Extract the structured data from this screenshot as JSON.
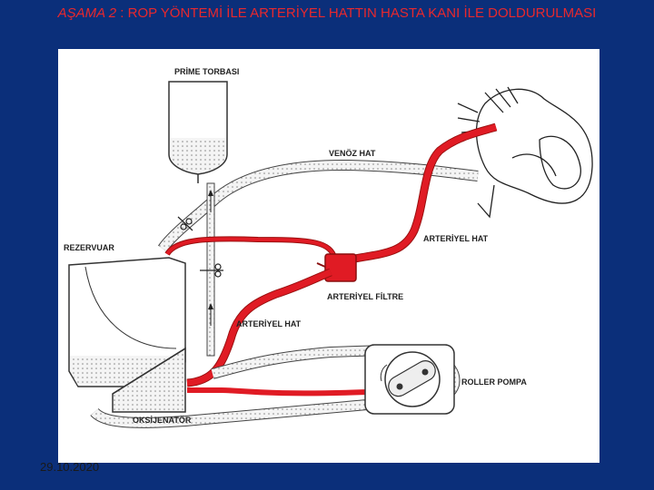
{
  "slide": {
    "title_prefix": "AŞAMA 2",
    "title_rest": " : ROP YÖNTEMİ İLE ARTERİYEL HATTIN HASTA KANI İLE DOLDURULMASI",
    "date": "29.10.2020"
  },
  "diagram": {
    "labels": {
      "prime_bag": "PRİME TORBASI",
      "venous_line": "VENÖZ HAT",
      "arterial_line_top": "ARTERİYEL HAT",
      "reservoir": "REZERVUAR",
      "arterial_filter": "ARTERİYEL FİLTRE",
      "arterial_line_bottom": "ARTERİYEL HAT",
      "roller_pump": "ROLLER POMPA",
      "oxygenator": "OKSİJENATÖR"
    },
    "colors": {
      "blood": "#e01b24",
      "background": "#0b2f7a",
      "title": "#e8282d"
    }
  }
}
